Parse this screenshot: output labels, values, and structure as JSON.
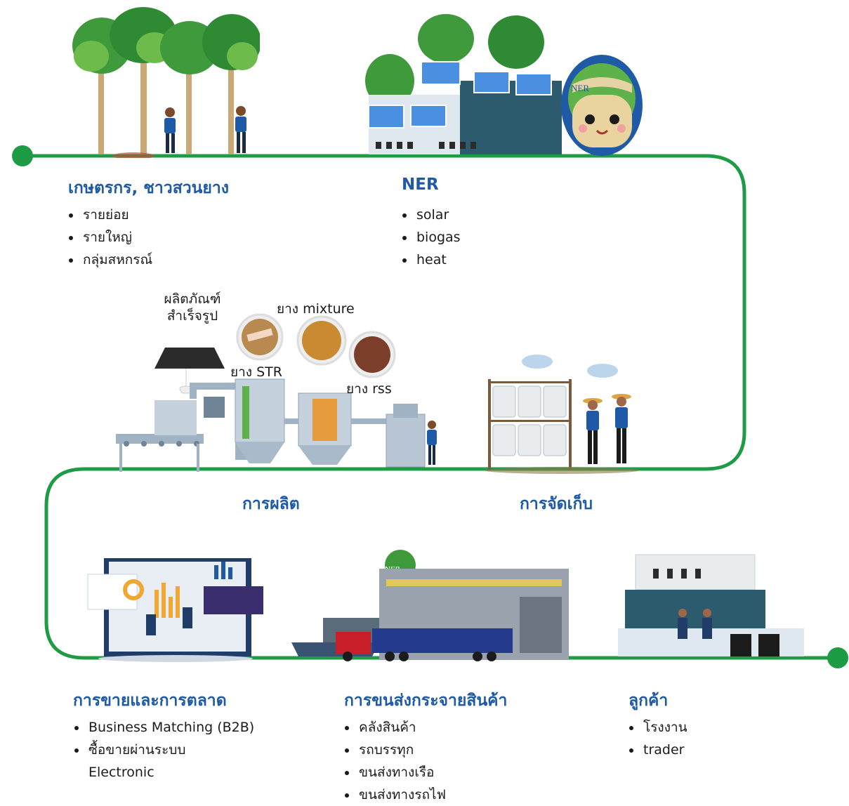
{
  "stages": {
    "farmers": {
      "title": "เกษตรกร, ชาวสวนยาง",
      "items": [
        "รายย่อย",
        "รายใหญ่",
        "กลุ่มสหกรณ์"
      ]
    },
    "ner": {
      "title": "NER",
      "items": [
        "solar",
        "biogas",
        "heat"
      ]
    },
    "production": {
      "title": "การผลิต",
      "products": {
        "finished_line1": "ผลิตภัณฑ์",
        "finished_line2": "สำเร็จรูป",
        "mixture": "ยาง mixture",
        "str": "ยาง STR",
        "rss": "ยาง rss"
      }
    },
    "collection": {
      "title": "การจัดเก็บ"
    },
    "sales": {
      "title": "การขายและการตลาด",
      "items": [
        "Business Matching (B2B)",
        "ซื้อขายผ่านระบบ",
        "Electronic"
      ]
    },
    "logistics": {
      "title": "การขนส่งกระจายสินค้า",
      "items": [
        "คลังสินค้า",
        "รถบรรทุก",
        "ขนส่งทางเรือ",
        "ขนส่งทางรถไฟ"
      ]
    },
    "customers": {
      "title": "ลูกค้า",
      "items": [
        "โรงงาน",
        "trader"
      ]
    }
  },
  "illustrations": {
    "ner_logo_text": "NER",
    "warehouse_logo_text": "NER"
  },
  "colors": {
    "flow_line": "#1e9b45",
    "heading": "#1f5aa6",
    "tree": "#3f9a3c",
    "worker_shirt": "#1f5aa6",
    "truck_cab": "#c81e2a",
    "trailer": "#243a8c"
  }
}
